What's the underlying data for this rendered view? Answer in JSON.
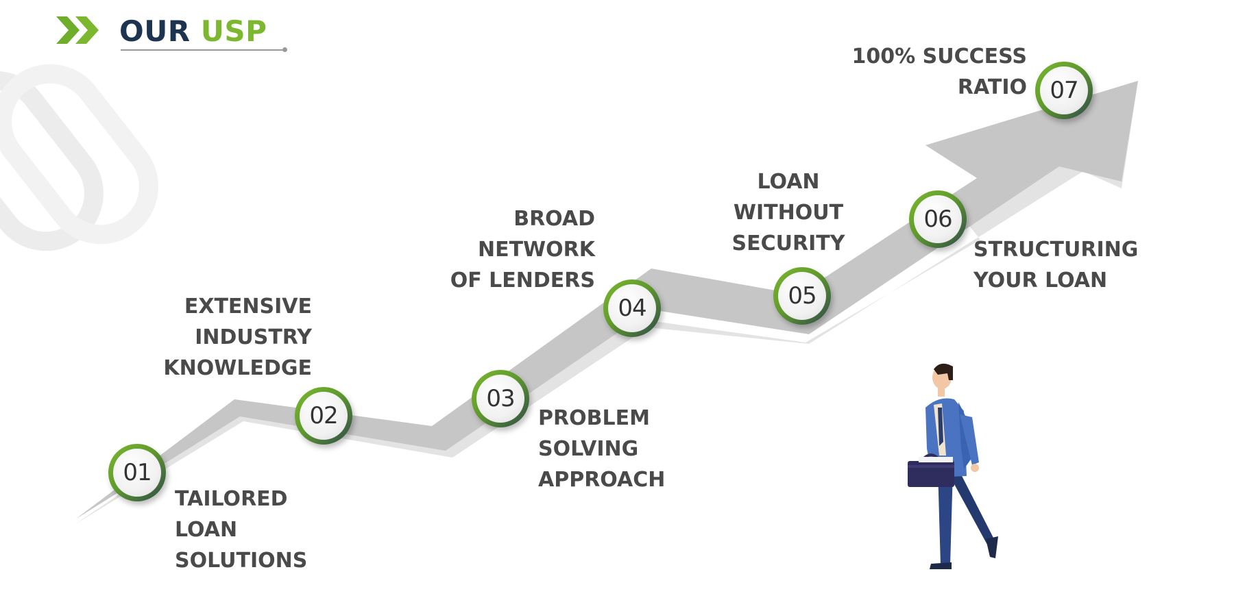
{
  "header": {
    "title_part1": "OUR",
    "title_part2": "USP",
    "title_color": "#1d3450",
    "accent_color": "#7cb82f",
    "icon": "double-chevron-right-icon"
  },
  "steps": [
    {
      "number": "01",
      "label": "TAILORED\nLOAN\nSOLUTIONS"
    },
    {
      "number": "02",
      "label": "EXTENSIVE\nINDUSTRY\nKNOWLEDGE"
    },
    {
      "number": "03",
      "label": "PROBLEM\nSOLVING\nAPPROACH"
    },
    {
      "number": "04",
      "label": "BROAD\nNETWORK\nOF LENDERS"
    },
    {
      "number": "05",
      "label": "LOAN\nWITHOUT\nSECURITY"
    },
    {
      "number": "06",
      "label": "STRUCTURING\nYOUR LOAN"
    },
    {
      "number": "07",
      "label": "100% SUCCESS\nRATIO"
    }
  ],
  "illustration": {
    "subject": "businessman-walking-with-briefcase"
  },
  "colors": {
    "arrow": "#c6c6c6",
    "arrow_shadow": "#e2e2e2",
    "ring_green": "#7cb82f",
    "ring_dark": "#2f4a4a",
    "label_text": "#4a4a4a"
  }
}
